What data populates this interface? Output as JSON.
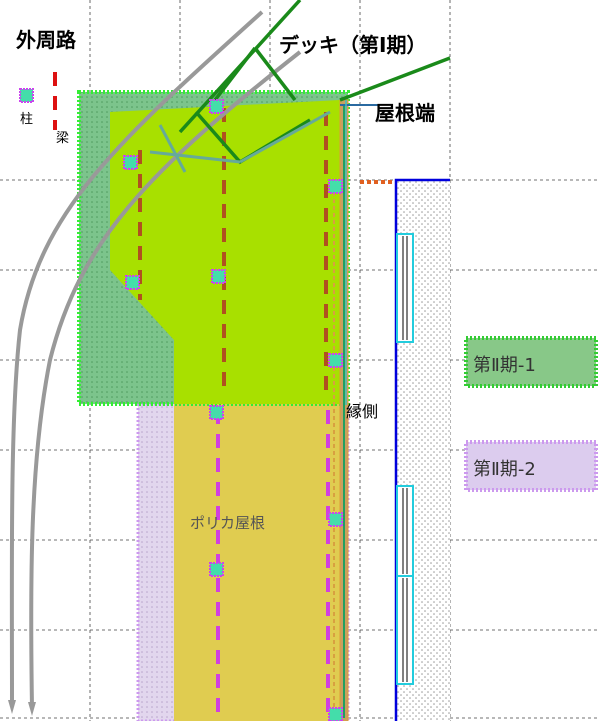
{
  "labels": {
    "outer_road": "外周路",
    "deck_phase1": "デッキ（第Ⅰ期）",
    "roof_edge": "屋根端",
    "column": "柱",
    "beam": "梁",
    "veranda": "縁側",
    "polycarbonate_roof": "ポリカ屋根"
  },
  "legend": [
    {
      "label": "第Ⅱ期-1",
      "fill": "#88c888",
      "border": "#33cc33"
    },
    {
      "label": "第Ⅱ期-2",
      "fill": "#dcccee",
      "border": "#cc99ee"
    }
  ],
  "colors": {
    "phase2_1_area": "#80c890",
    "phase2_2_area": "#e0d4ec",
    "roof_green": "#a8e000",
    "roof_yellow": "#e0cc50",
    "column_marker": "#44ddaa",
    "beam_dash": "#cc33dd",
    "deck_green": "#1a8a1a",
    "building_line": "#0000dd",
    "window_frame": "#22ccdd",
    "road_gray": "#999999"
  }
}
